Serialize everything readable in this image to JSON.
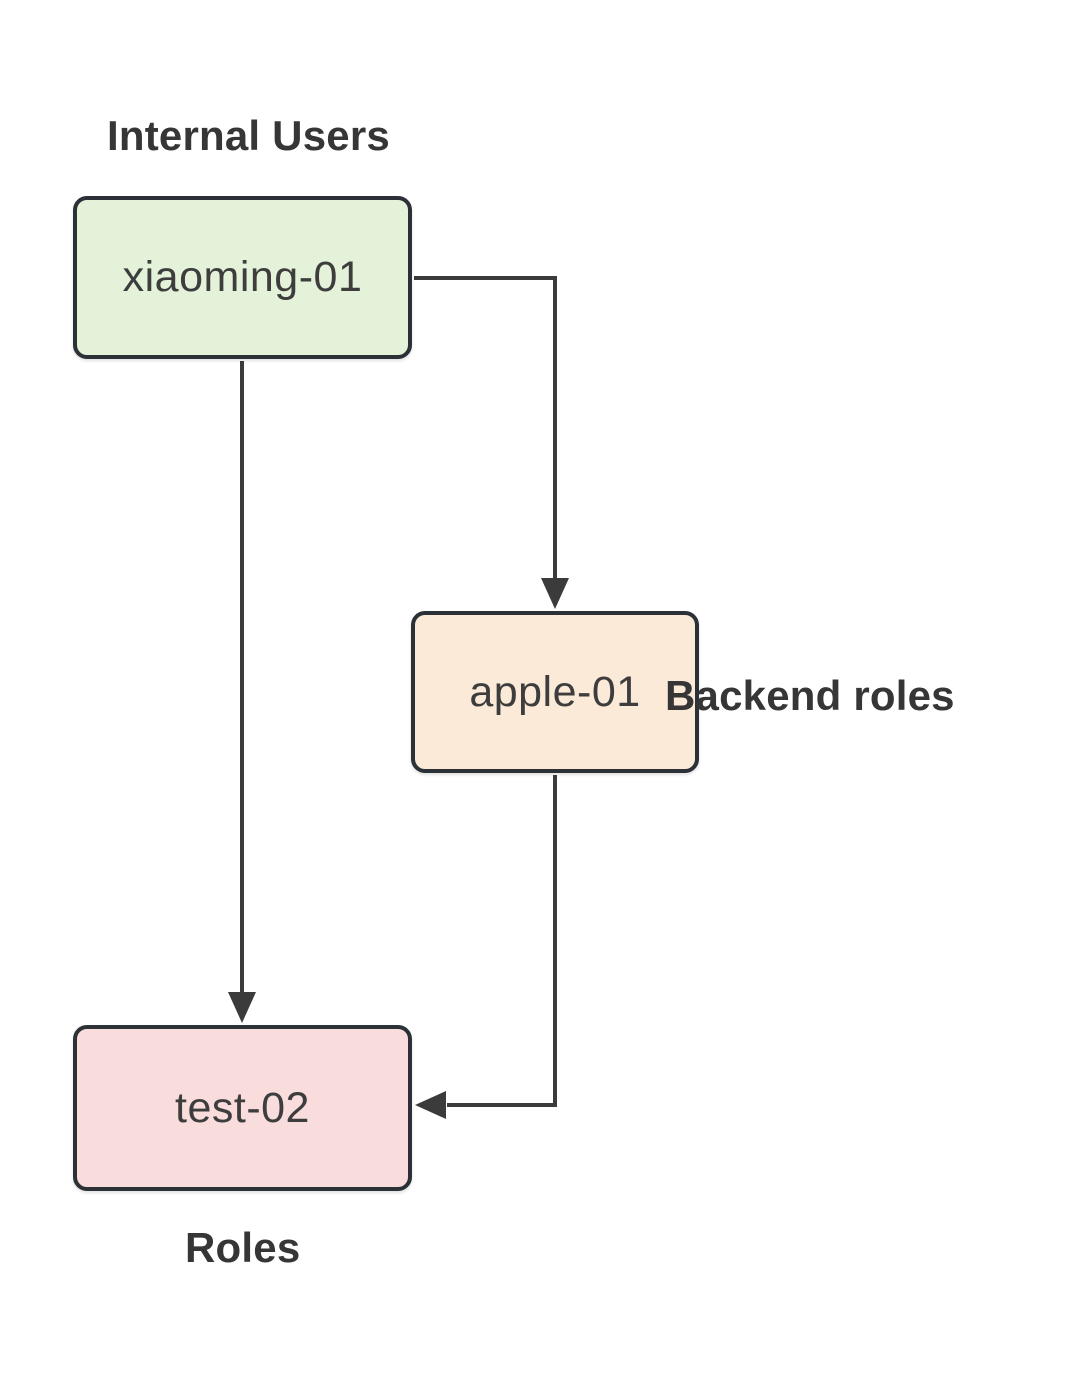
{
  "diagram": {
    "background_color": "#ffffff",
    "node_border_color": "#2b3137",
    "edge_color": "#3b3b3b",
    "node_text_color": "#3d3d3d",
    "annotation_text_color": "#363636",
    "nodes": [
      {
        "id": "xiaoming-01",
        "label": "xiaoming-01",
        "fill": "#e4f2d9",
        "group": "Internal Users"
      },
      {
        "id": "apple-01",
        "label": "apple-01",
        "fill": "#fcead9",
        "group": "Backend roles"
      },
      {
        "id": "test-02",
        "label": "test-02",
        "fill": "#f9dcdc",
        "group": "Roles"
      }
    ],
    "labels": [
      {
        "id": "internal-users",
        "text": "Internal Users"
      },
      {
        "id": "backend-roles",
        "text": "Backend roles"
      },
      {
        "id": "roles",
        "text": "Roles"
      }
    ],
    "edges": [
      {
        "from": "xiaoming-01",
        "to": "apple-01"
      },
      {
        "from": "xiaoming-01",
        "to": "test-02"
      },
      {
        "from": "apple-01",
        "to": "test-02"
      }
    ]
  }
}
